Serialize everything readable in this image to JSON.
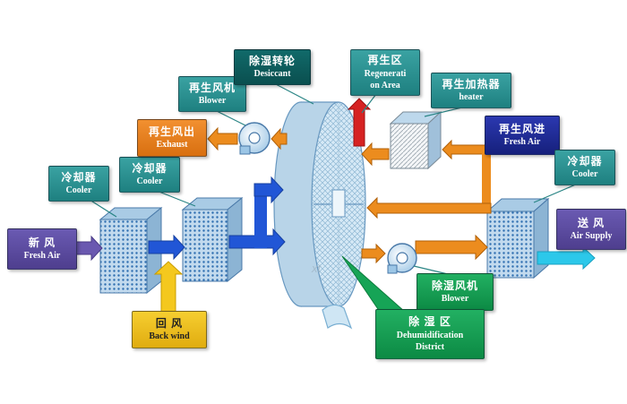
{
  "labels": {
    "fresh_air": {
      "zh": "新 风",
      "en": "Fresh Air"
    },
    "cooler_left_1": {
      "zh": "冷却器",
      "en": "Cooler"
    },
    "cooler_left_2": {
      "zh": "冷却器",
      "en": "Cooler"
    },
    "back_wind": {
      "zh": "回 风",
      "en": "Back wind"
    },
    "exhaust": {
      "zh": "再生风出",
      "en": "Exhaust"
    },
    "regen_blower": {
      "zh": "再生风机",
      "en": "Blower"
    },
    "desiccant": {
      "zh": "除湿转轮",
      "en": "Desiccant"
    },
    "regen_area": {
      "zh": "再生区",
      "en_line1": "Regenerati",
      "en_line2": "on Area"
    },
    "regen_heater": {
      "zh": "再生加热器",
      "en": "heater"
    },
    "regen_fresh_air": {
      "zh": "再生风进",
      "en": "Fresh Air"
    },
    "cooler_right": {
      "zh": "冷却器",
      "en": "Cooler"
    },
    "air_supply": {
      "zh": "送 风",
      "en": "Air Supply"
    },
    "dehum_blower": {
      "zh": "除湿风机",
      "en": "Blower"
    },
    "dehum_district": {
      "zh": "除 湿 区",
      "en_line1": "Dehumidification",
      "en_line2": "District"
    }
  },
  "watermark": "xt",
  "colors": {
    "teal_box": "#2a9090",
    "dark_teal_box": "#0d6060",
    "orange_box": "#e07818",
    "purple_box": "#5b4a9e",
    "navy_box": "#1f2a9e",
    "yellow_box": "#f2c41c",
    "green_box": "#12a050",
    "blue_arrow": "#2156d6",
    "orange_arrow": "#ec8c1e",
    "red_arrow": "#d62222",
    "cyan_arrow": "#2cc8ea",
    "purple_arrow": "#6a58b0",
    "yellow_arrow": "#f4c81e",
    "wheel_fill": "#b8d4e8"
  }
}
